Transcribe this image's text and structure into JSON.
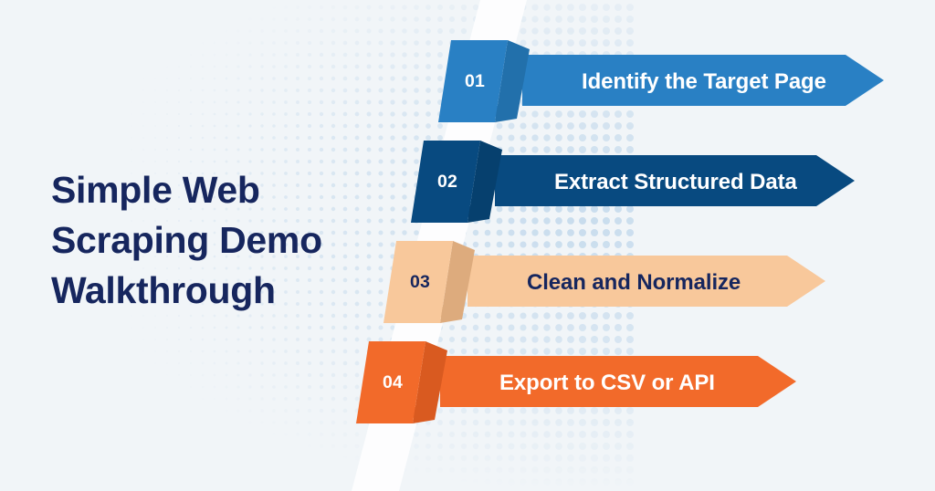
{
  "background": {
    "color": "#f1f5f8",
    "dot_color": "#c8dced",
    "ribbon_color": "#fdfdfe",
    "pattern_name": "halftone-dot-pattern"
  },
  "headline": {
    "lines": [
      "Simple Web",
      "Scraping Demo",
      "Walkthrough"
    ],
    "color": "#16265e"
  },
  "steps": [
    {
      "number": "01",
      "title": "Identify the Target Page",
      "face_color": "#2980c4",
      "side_color": "#2270ab",
      "fold_color": "#1d6295",
      "text_color": "#ffffff",
      "number_color": "#ffffff"
    },
    {
      "number": "02",
      "title": "Extract Structured Data",
      "face_color": "#084a80",
      "side_color": "#06406e",
      "fold_color": "#04355c",
      "text_color": "#ffffff",
      "number_color": "#ffffff"
    },
    {
      "number": "03",
      "title": "Clean and Normalize",
      "face_color": "#f8c89b",
      "side_color": "#ddab7d",
      "fold_color": "#c9965f",
      "text_color": "#16265e",
      "number_color": "#16265e"
    },
    {
      "number": "04",
      "title": "Export to CSV or API",
      "face_color": "#f26a2a",
      "side_color": "#d95a20",
      "fold_color": "#c44d18",
      "text_color": "#ffffff",
      "number_color": "#ffffff"
    }
  ]
}
